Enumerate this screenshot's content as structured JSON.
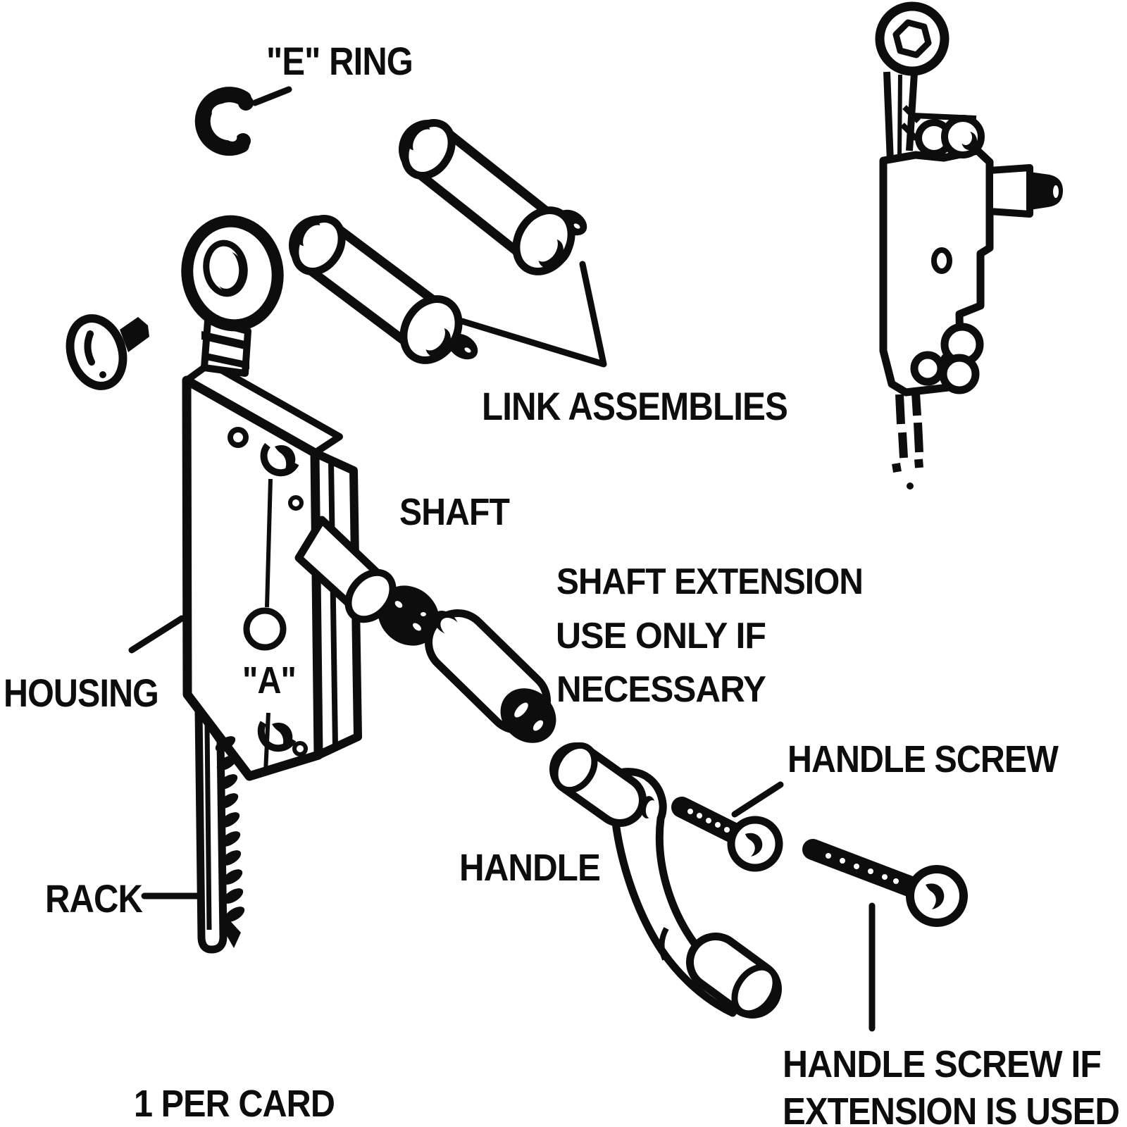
{
  "diagram": {
    "type": "exploded-parts-diagram",
    "subject": "casement window crank operator parts",
    "colors": {
      "ink": "#0d0d0d",
      "background": "#ffffff"
    },
    "labels": {
      "e_ring": "\"E\" RING",
      "link_assemblies": "LINK ASSEMBLIES",
      "shaft": "SHAFT",
      "shaft_extension_1": "SHAFT EXTENSION",
      "shaft_extension_2": "USE ONLY IF",
      "shaft_extension_3": "NECESSARY",
      "handle_screw": "HANDLE SCREW",
      "handle": "HANDLE",
      "housing": "HOUSING",
      "dimension_a": "\"A\"",
      "rack": "RACK",
      "quantity_note": "1 PER CARD",
      "handle_screw_ext_1": "HANDLE SCREW IF",
      "handle_screw_ext_2": "EXTENSION IS USED"
    },
    "parts": [
      "e-ring",
      "mounting-screw",
      "link-assembly-upper",
      "link-assembly-lower",
      "eye-bracket",
      "housing",
      "rack",
      "shaft",
      "shaft-extension",
      "handle",
      "handle-screw-short",
      "handle-screw-long",
      "assembled-operator-side-view"
    ]
  }
}
